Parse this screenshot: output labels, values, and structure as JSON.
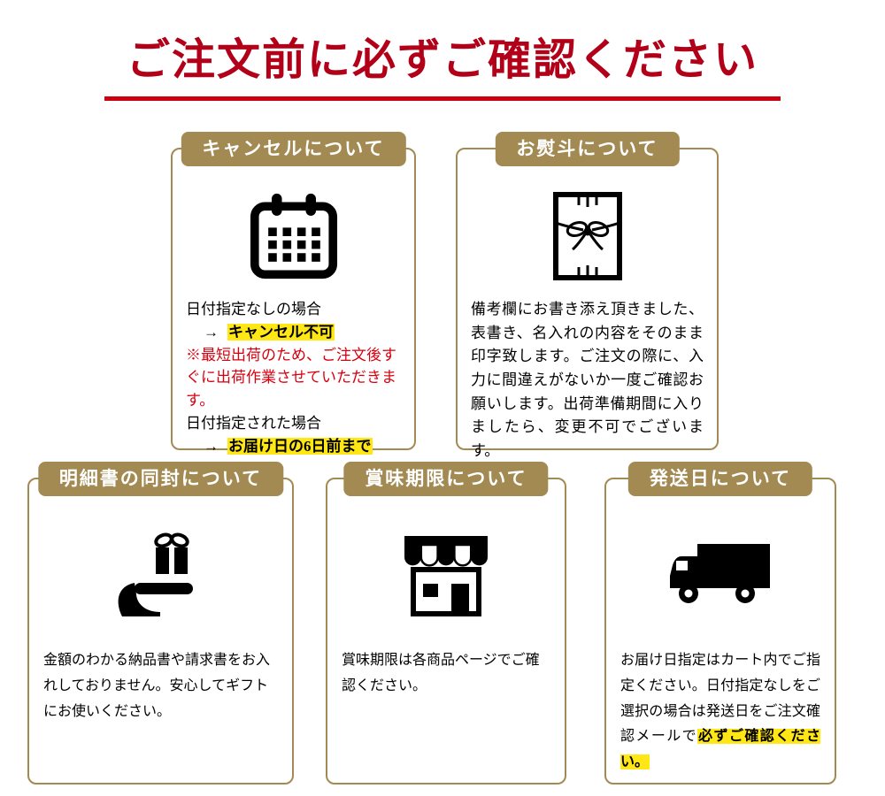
{
  "colors": {
    "title_red": "#b20019",
    "line_red": "#cc0010",
    "gold": "#a28a52",
    "highlight": "#ffe715",
    "note_red": "#d7000f"
  },
  "title": "ご注文前に必ずご確認ください",
  "cards": {
    "cancel": {
      "header": "キャンセルについて",
      "icon": "calendar-icon",
      "line1": "日付指定なしの場合",
      "arrow": "→",
      "highlight1": "キャンセル不可",
      "note_red": "※最短出荷のため、ご注文後すぐに出荷作業させていただきます。",
      "line2": "日付指定された場合",
      "highlight2": "お届け日の6日前まで"
    },
    "noshi": {
      "header": "お熨斗について",
      "icon": "noshi-icon",
      "body": "備考欄にお書き添え頂きました、表書き、名入れの内容をそのまま印字致します。ご注文の際に、入力に間違えがないか一度ご確認お願いします。出荷準備期間に入りましたら、変更不可でございます。"
    },
    "statement": {
      "header": "明細書の同封について",
      "icon": "gift-hand-icon",
      "body": "金額のわかる納品書や請求書をお入れしておりません。安心してギフトにお使いください。"
    },
    "expiry": {
      "header": "賞味期限について",
      "icon": "storefront-icon",
      "body": "賞味期限は各商品ページでご確認ください。"
    },
    "shipping": {
      "header": "発送日について",
      "icon": "truck-icon",
      "body": "お届け日指定はカート内でご指定ください。日付指定なしをご選択の場合は発送日をご注文確認メールで",
      "highlight": "必ずご確認ください。"
    }
  }
}
